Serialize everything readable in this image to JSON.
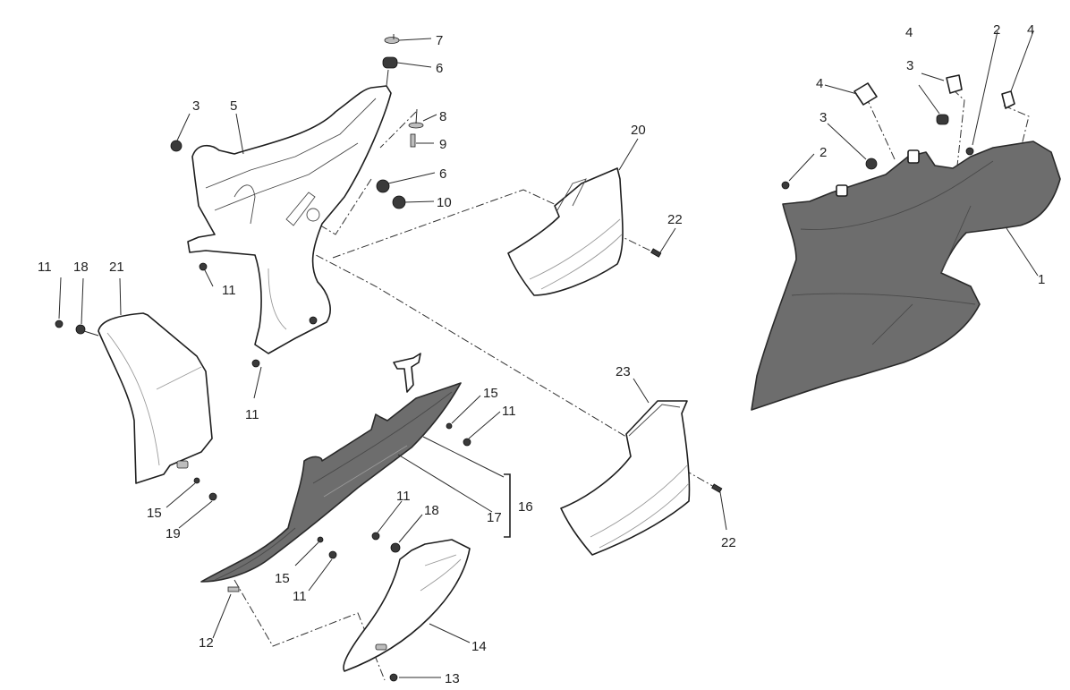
{
  "diagram": {
    "title": "Exploded parts diagram - side fairings and tail panels",
    "colors": {
      "background": "#ffffff",
      "line": "#1e1e1e",
      "dark_part_fill": "#6d6d6d",
      "fastener_fill": "#3a3a3a"
    },
    "parts": [
      {
        "ref": "1",
        "description": "Main side fairing (dark)"
      },
      {
        "ref": "2",
        "description": "Nut"
      },
      {
        "ref": "3",
        "description": "Grommet / nut"
      },
      {
        "ref": "4",
        "description": "Adhesive pad"
      },
      {
        "ref": "5",
        "description": "Inner support bracket"
      },
      {
        "ref": "6",
        "description": "Rubber grommet"
      },
      {
        "ref": "7",
        "description": "Washer / clip"
      },
      {
        "ref": "8",
        "description": "Washer"
      },
      {
        "ref": "9",
        "description": "Screw"
      },
      {
        "ref": "10",
        "description": "Screw"
      },
      {
        "ref": "11",
        "description": "Screw"
      },
      {
        "ref": "12",
        "description": "Fastener pin"
      },
      {
        "ref": "13",
        "description": "Screw"
      },
      {
        "ref": "14",
        "description": "Lower cover"
      },
      {
        "ref": "15",
        "description": "Washer"
      },
      {
        "ref": "16",
        "description": "Tail panel assembly"
      },
      {
        "ref": "17",
        "description": "Decal"
      },
      {
        "ref": "18",
        "description": "Grommet"
      },
      {
        "ref": "19",
        "description": "Screw"
      },
      {
        "ref": "20",
        "description": "Upper side cover"
      },
      {
        "ref": "21",
        "description": "Side panel"
      },
      {
        "ref": "22",
        "description": "Screw"
      },
      {
        "ref": "23",
        "description": "Lower side cover"
      }
    ],
    "callouts": {
      "c7": "7",
      "c6a": "6",
      "c3a": "3",
      "c5": "5",
      "c8": "8",
      "c9": "9",
      "c6b": "6",
      "c10": "10",
      "c20": "20",
      "c22a": "22",
      "c4a": "4",
      "c2a": "2",
      "c4b": "4",
      "c4c": "4",
      "c3b": "3",
      "c3c": "3",
      "c2b": "2",
      "c1": "1",
      "c11a": "11",
      "c18a": "18",
      "c21": "21",
      "c11b": "11",
      "c11c": "11",
      "c15a": "15",
      "c19": "19",
      "c15b": "15",
      "c11d": "11",
      "c16": "16",
      "c17": "17",
      "c23": "23",
      "c22b": "22",
      "c11e": "11",
      "c18b": "18",
      "c15c": "15",
      "c11f": "11",
      "c12": "12",
      "c14": "14",
      "c13": "13"
    }
  }
}
